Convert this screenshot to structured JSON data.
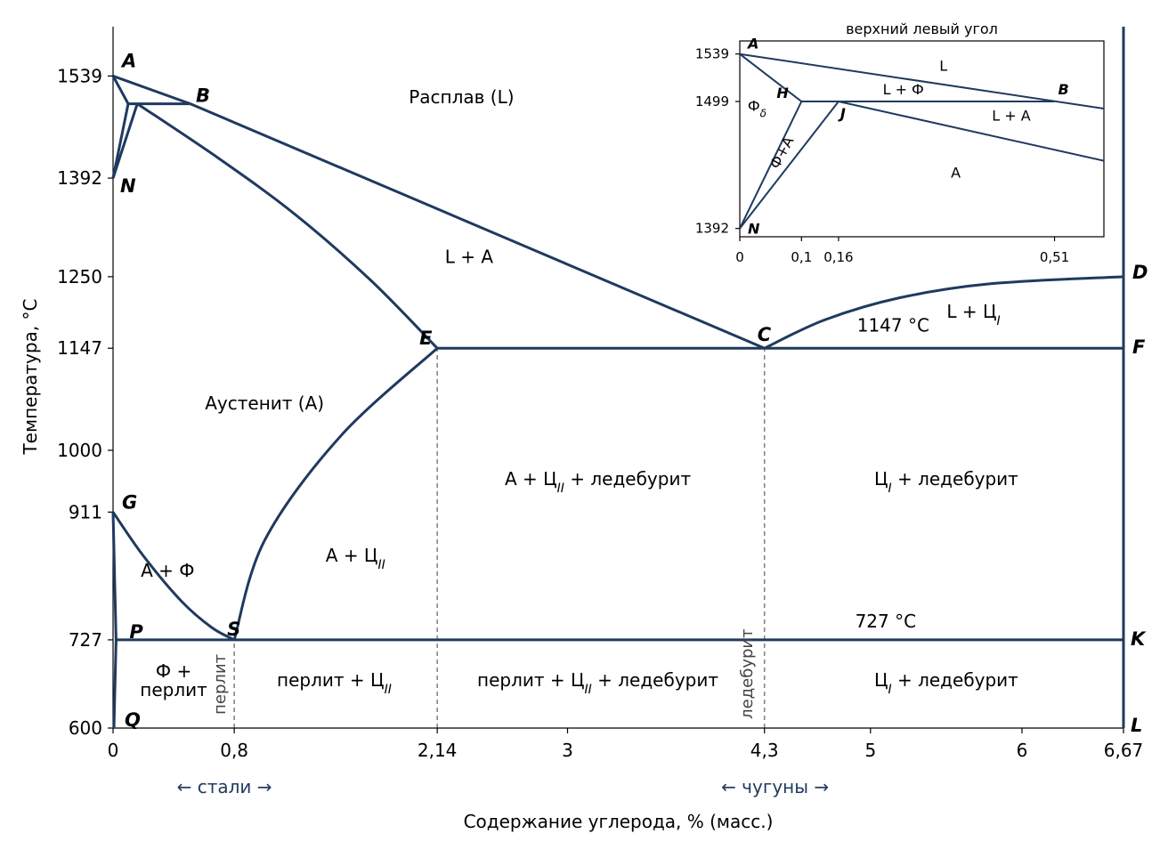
{
  "chart_data": {
    "type": "line",
    "xlabel": "Содержание углерода, % (масс.)",
    "ylabel": "Температура, °C",
    "xlim": [
      0,
      6.67
    ],
    "ylim": [
      600,
      1610
    ],
    "x_ticks": [
      "0",
      "0,8",
      "2,14",
      "3",
      "4,3",
      "5",
      "6",
      "6,67"
    ],
    "y_ticks": [
      "600",
      "727",
      "911",
      "1000",
      "1147",
      "1250",
      "1392",
      "1539"
    ],
    "points": [
      {
        "label": "A",
        "x": 0,
        "y": 1539
      },
      {
        "label": "B",
        "x": 0.51,
        "y": 1499
      },
      {
        "label": "N",
        "x": 0,
        "y": 1392
      },
      {
        "label": "E",
        "x": 2.14,
        "y": 1147
      },
      {
        "label": "C",
        "x": 4.3,
        "y": 1147
      },
      {
        "label": "D",
        "x": 6.67,
        "y": 1250
      },
      {
        "label": "F",
        "x": 6.67,
        "y": 1147
      },
      {
        "label": "G",
        "x": 0,
        "y": 911
      },
      {
        "label": "P",
        "x": 0.02,
        "y": 727
      },
      {
        "label": "S",
        "x": 0.8,
        "y": 727
      },
      {
        "label": "K",
        "x": 6.67,
        "y": 727
      },
      {
        "label": "Q",
        "x": 0.006,
        "y": 600
      },
      {
        "label": "L",
        "x": 6.67,
        "y": 600
      }
    ],
    "series": [
      {
        "values": [
          [
            0,
            1539
          ],
          [
            0.51,
            1499
          ],
          [
            4.3,
            1147
          ]
        ]
      },
      {
        "values": [
          [
            0,
            1539
          ],
          [
            0.1,
            1499
          ]
        ]
      },
      {
        "values": [
          [
            0.1,
            1499
          ],
          [
            0.51,
            1499
          ]
        ]
      },
      {
        "values": [
          [
            0.1,
            1499
          ],
          [
            0,
            1392
          ]
        ]
      },
      {
        "values": [
          [
            0.16,
            1499
          ],
          [
            0,
            1392
          ]
        ]
      },
      {
        "values": [
          [
            0.16,
            1499
          ],
          [
            0.7,
            1420
          ],
          [
            1.2,
            1340
          ],
          [
            1.7,
            1245
          ],
          [
            2.14,
            1147
          ]
        ]
      },
      {
        "values": [
          [
            4.3,
            1147
          ],
          [
            4.7,
            1188
          ],
          [
            5.2,
            1220
          ],
          [
            5.8,
            1240
          ],
          [
            6.67,
            1250
          ]
        ]
      },
      {
        "values": [
          [
            2.14,
            1147
          ],
          [
            6.67,
            1147
          ]
        ]
      },
      {
        "values": [
          [
            0,
            911
          ],
          [
            0.2,
            848
          ],
          [
            0.45,
            783
          ],
          [
            0.65,
            745
          ],
          [
            0.8,
            727
          ]
        ]
      },
      {
        "values": [
          [
            2.14,
            1147
          ],
          [
            1.5,
            1020
          ],
          [
            1.0,
            870
          ],
          [
            0.8,
            727
          ]
        ]
      },
      {
        "values": [
          [
            0.02,
            727
          ],
          [
            6.67,
            727
          ]
        ]
      },
      {
        "values": [
          [
            0,
            911
          ],
          [
            0.02,
            727
          ],
          [
            0.006,
            600
          ]
        ]
      },
      {
        "values": [
          [
            6.67,
            600
          ],
          [
            6.67,
            1610
          ]
        ]
      }
    ],
    "dashed_lines": [
      {
        "x": 0.8,
        "y": [
          600,
          727
        ]
      },
      {
        "x": 2.14,
        "y": [
          600,
          1147
        ]
      },
      {
        "x": 4.3,
        "y": [
          600,
          1147
        ]
      }
    ],
    "regions": [
      {
        "text": "Расплав (L)",
        "x": 2.3,
        "y": 1500
      },
      {
        "text": "L + A",
        "x": 2.35,
        "y": 1270
      },
      {
        "text": "Аустенит (A)",
        "x": 1.0,
        "y": 1059
      },
      {
        "text": "L + Ц",
        "sub": "I",
        "x": 5.68,
        "y": 1191
      },
      {
        "text": "1147 °C",
        "x": 5.15,
        "y": 1171
      },
      {
        "text": "А + Ц",
        "sub": "II",
        "tail": " + ледебурит",
        "x": 3.2,
        "y": 950
      },
      {
        "text": "Ц",
        "sub": "I",
        "tail": " + ледебурит",
        "x": 5.5,
        "y": 950
      },
      {
        "text": "А + Ц",
        "sub": "II",
        "x": 1.6,
        "y": 840
      },
      {
        "text": "А + Ф",
        "x": 0.36,
        "y": 818
      },
      {
        "text": "727 °C",
        "x": 5.1,
        "y": 745
      },
      {
        "text": "Ф +",
        "x": 0.4,
        "y": 673
      },
      {
        "text": "перлит",
        "x": 0.4,
        "y": 646
      },
      {
        "text": "перлит + Ц",
        "sub": "II",
        "x": 1.46,
        "y": 660
      },
      {
        "text": "перлит + Ц",
        "sub": "II",
        "tail": " + ледебурит",
        "x": 3.2,
        "y": 660
      },
      {
        "text": "Ц",
        "sub": "I",
        "tail": " + ледебурит",
        "x": 5.5,
        "y": 660
      }
    ],
    "vertical_notes": [
      {
        "text": "перлит",
        "x": 0.74,
        "y": 663
      },
      {
        "text": "ледебурит",
        "x": 4.22,
        "y": 678
      }
    ],
    "ranges": [
      "← стали →",
      "← чугуны →"
    ],
    "inset": {
      "title": "верхний левый угол",
      "xlim": [
        0,
        0.59
      ],
      "ylim": [
        1385,
        1550
      ],
      "x_ticks": [
        "0",
        "0,1",
        "0,16",
        "0,51"
      ],
      "y_ticks": [
        "1392",
        "1499",
        "1539"
      ],
      "points": [
        {
          "label": "A",
          "x": 0,
          "y": 1539
        },
        {
          "label": "H",
          "x": 0.1,
          "y": 1499
        },
        {
          "label": "B",
          "x": 0.51,
          "y": 1499
        },
        {
          "label": "J",
          "x": 0.16,
          "y": 1499
        },
        {
          "label": "N",
          "x": 0,
          "y": 1392
        }
      ],
      "series": [
        {
          "values": [
            [
              0,
              1539
            ],
            [
              0.59,
              1493
            ]
          ]
        },
        {
          "values": [
            [
              0,
              1539
            ],
            [
              0.1,
              1499
            ]
          ]
        },
        {
          "values": [
            [
              0.1,
              1499
            ],
            [
              0.51,
              1499
            ]
          ]
        },
        {
          "values": [
            [
              0.1,
              1499
            ],
            [
              0,
              1392
            ]
          ]
        },
        {
          "values": [
            [
              0.16,
              1499
            ],
            [
              0,
              1392
            ]
          ]
        },
        {
          "values": [
            [
              0.16,
              1499
            ],
            [
              0.59,
              1449
            ]
          ]
        }
      ],
      "regions": [
        {
          "text": "L",
          "x": 0.33,
          "y": 1525
        },
        {
          "text": "L + Ф",
          "x": 0.265,
          "y": 1505
        },
        {
          "text": "L + A",
          "x": 0.44,
          "y": 1483
        },
        {
          "text": "Ф",
          "sub": "δ",
          "x": 0.028,
          "y": 1491
        },
        {
          "text": "A",
          "x": 0.35,
          "y": 1435
        },
        {
          "text": "Ф+A",
          "x": 0.075,
          "y": 1454,
          "rotate": -62
        }
      ]
    },
    "grid": false
  }
}
